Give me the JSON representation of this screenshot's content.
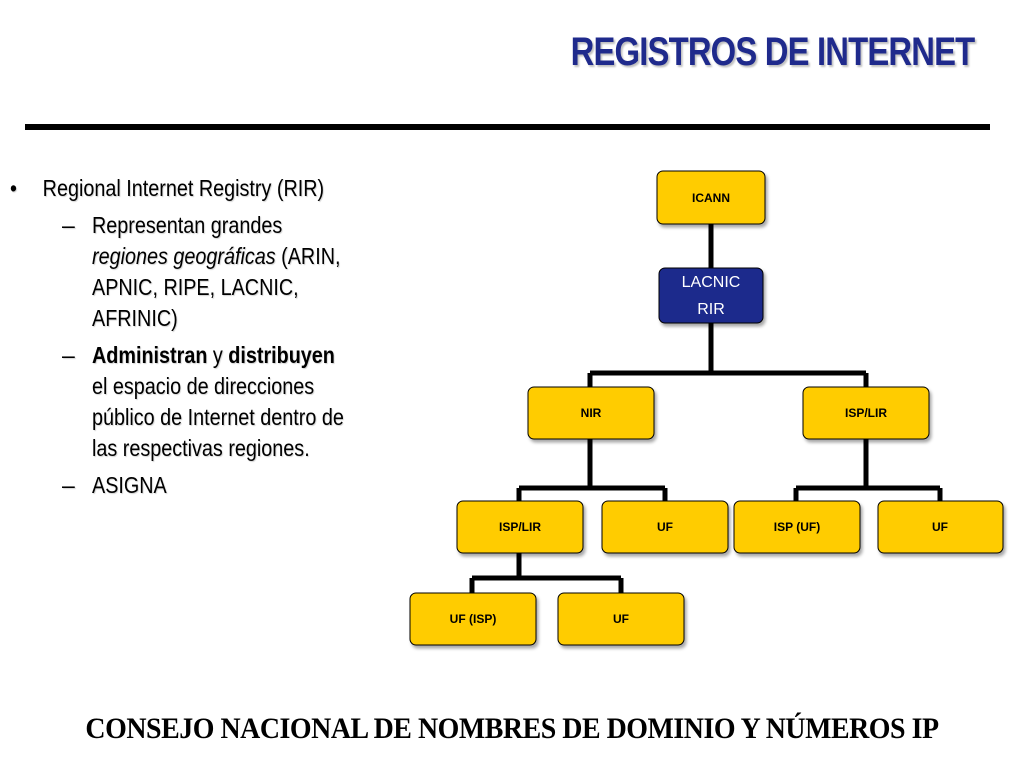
{
  "slide": {
    "title": "REGISTROS DE INTERNET",
    "footer": "CONSEJO NACIONAL DE NOMBRES DE DOMINIO Y NÚMEROS IP"
  },
  "bullets": {
    "item1": {
      "marker": "•",
      "text": "Regional Internet Registry (RIR)"
    },
    "sub1": {
      "marker": "–",
      "l1": "Representan grandes",
      "l2_italic": "regiones geográficas",
      "l2_rest": " (ARIN,",
      "l3": "APNIC, RIPE, LACNIC,",
      "l4": "AFRINIC)"
    },
    "sub2": {
      "marker": "–",
      "bold1": "Administran",
      "mid": " y ",
      "bold2": "distribuyen",
      "l2": "el espacio de direcciones",
      "l3": "público de Internet dentro de",
      "l4": "las respectivas regiones."
    },
    "sub3": {
      "marker": "–",
      "text": "ASIGNA"
    }
  },
  "org_chart": {
    "colors": {
      "node_fill": "#ffcc00",
      "highlight_fill": "#1f2a8c",
      "line": "#000000"
    },
    "nodes": {
      "icann": "ICANN",
      "lacnic_line1": "LACNIC",
      "lacnic_line2": "RIR",
      "nir": "NIR",
      "isp_lir_right": "ISP/LIR",
      "isp_lir_left": "ISP/LIR",
      "uf_mid": "UF",
      "isp_uf": "ISP (UF)",
      "uf_right": "UF",
      "uf_isp": "UF (ISP)",
      "uf_bottom": "UF"
    }
  }
}
